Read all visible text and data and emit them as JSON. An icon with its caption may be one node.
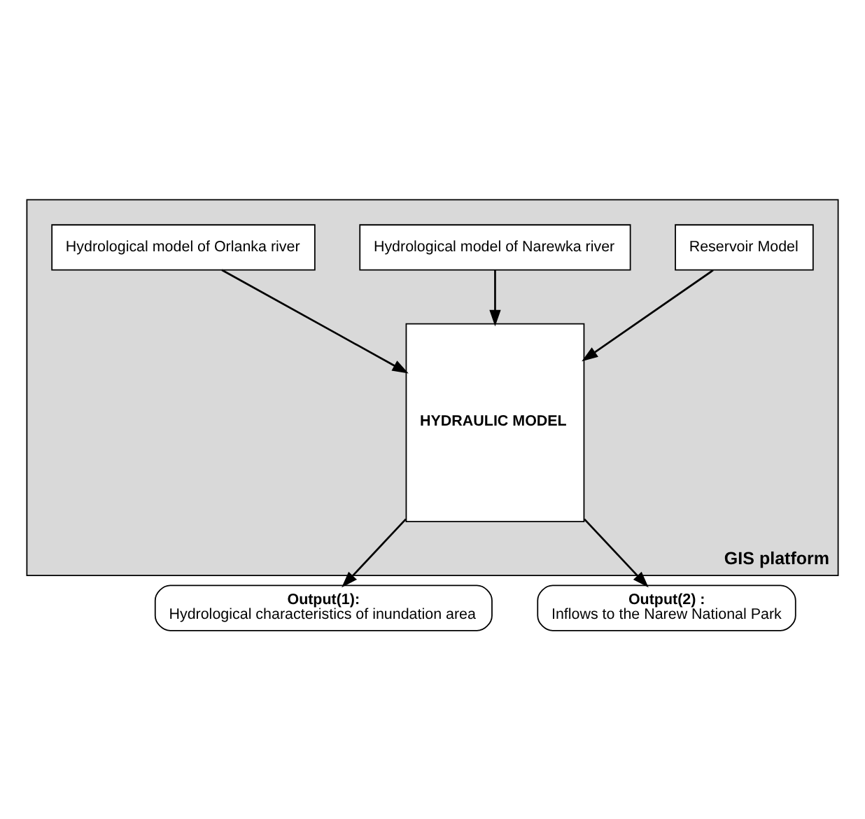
{
  "diagram": {
    "nodes": [
      {
        "text": [
          "GIS platform"
        ]
      },
      {
        "text": [
          "Reservoir Model"
        ],
        "in": 0
      },
      {
        "text": [
          "Hydrological model of Narewka river"
        ],
        "in": 0
      },
      {
        "text": [
          "HYDRAULIC MODEL"
        ],
        "in": 0
      },
      {
        "text": [
          "Hydrological model of Orlanka river"
        ],
        "in": 0
      },
      {
        "text": [
          "Output(1):",
          "Hydrological characteristics of inundation area"
        ]
      },
      {
        "text": [
          "Output(2) :",
          "Inflows to the Narew National Park"
        ]
      }
    ],
    "edges": [
      {
        "from": 1,
        "to": 3,
        "arrow": "to"
      },
      {
        "from": 2,
        "to": 3,
        "arrow": "to"
      },
      {
        "from": 4,
        "to": 3,
        "arrow": "to"
      },
      {
        "from": 3,
        "to": 5,
        "arrow": "to"
      },
      {
        "from": 3,
        "to": 6,
        "arrow": "to"
      }
    ]
  }
}
